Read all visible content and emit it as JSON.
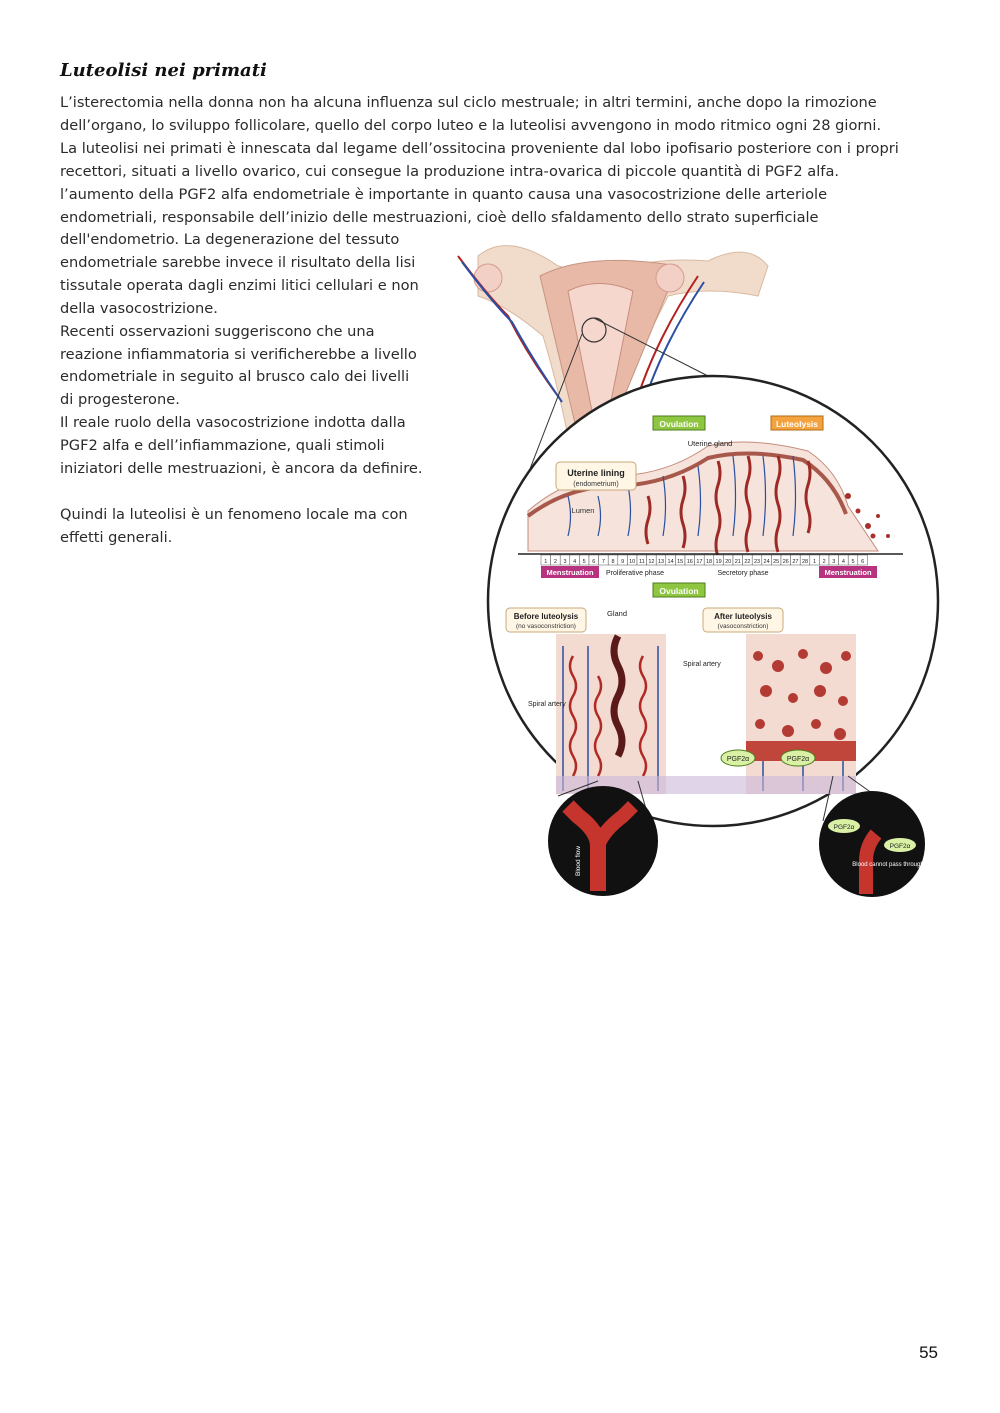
{
  "heading": "Luteolisi nei primati",
  "intro_lines": [
    "L’isterectomia nella donna non ha alcuna influenza sul ciclo mestruale; in altri termini, anche dopo la rimozione",
    "dell’organo, lo sviluppo follicolare, quello del corpo luteo e la luteolisi avvengono in modo ritmico ogni 28 giorni.",
    "La luteolisi nei primati è innescata dal legame dell’ossitocina proveniente dal lobo ipofisario posteriore con i propri",
    "recettori, situati a livello ovarico, cui consegue la produzione intra-ovarica di piccole quantità di PGF2 alfa.",
    "l’aumento della PGF2 alfa endometriale è importante in quanto causa una vasocostrizione delle arteriole",
    "endometriali, responsabile dell’inizio delle mestruazioni, cioè dello sfaldamento dello strato superficiale"
  ],
  "column_lines": [
    "dell'endometrio. La degenerazione del tessuto",
    "endometriale sarebbe invece il risultato della lisi",
    "tissutale operata dagli enzimi litici cellulari e non",
    "della vasocostrizione.",
    "Recenti osservazioni suggeriscono che una",
    "reazione infiammatoria si verificherebbe a livello",
    "endometriale in seguito al brusco calo dei livelli",
    "di progesterone.",
    "Il reale ruolo della vasocostrizione indotta dalla",
    "PGF2 alfa e dell’infiammazione, quali stimoli",
    "iniziatori delle mestruazioni, è ancora da definire."
  ],
  "closing_lines": [
    "Quindi la luteolisi è un fenomeno locale ma con",
    "effetti generali."
  ],
  "figure": {
    "ovulation": "Ovulation",
    "luteolysis": "Luteolysis",
    "uterine_gland": "Uterine gland",
    "uterine_lining": "Uterine lining",
    "endometrium": "(endometrium)",
    "lumen": "Lumen",
    "menstruation": "Menstruation",
    "proliferative": "Proliferative phase",
    "secretory": "Secretory phase",
    "days": [
      "1",
      "2",
      "3",
      "4",
      "5",
      "6",
      "7",
      "8",
      "9",
      "10",
      "11",
      "12",
      "13",
      "14",
      "15",
      "16",
      "17",
      "18",
      "19",
      "20",
      "21",
      "22",
      "23",
      "24",
      "25",
      "26",
      "27",
      "28",
      "1",
      "2",
      "3",
      "4",
      "5",
      "6"
    ],
    "before": "Before luteolysis",
    "before_sub": "(no vasoconstriction)",
    "after": "After luteolysis",
    "after_sub": "(vasoconstriction)",
    "gland": "Gland",
    "spiral_artery": "Spiral artery",
    "pgf": "PGF2α",
    "blood_flow": "Blood flow",
    "blood_cannot": "Blood cannot pass through"
  },
  "page_number": "55"
}
